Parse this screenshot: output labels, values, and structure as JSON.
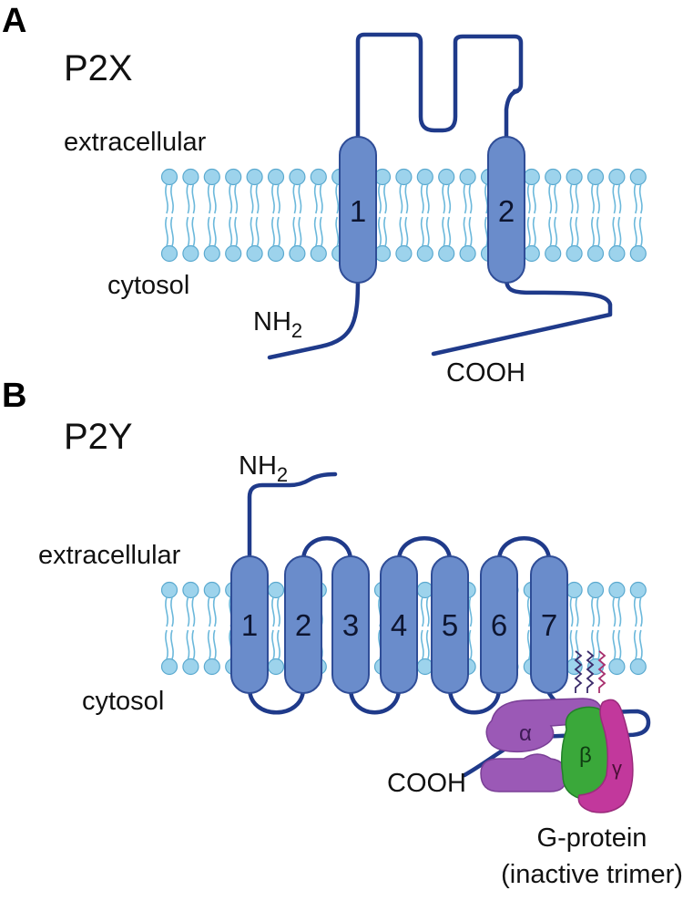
{
  "colors": {
    "membrane": "#8fcde9",
    "membrane_edge": "#5aa9cf",
    "helix": "#6a8ccb",
    "helix_edge": "#2f4d97",
    "chain": "#1f3a8a",
    "g_alpha": "#9b59b6",
    "g_beta": "#3aa83a",
    "g_gamma": "#c2389c"
  },
  "panel_a": {
    "letter": "A",
    "receptor": "P2X",
    "extracellular": "extracellular",
    "cytosol": "cytosol",
    "n_terminus": "NH",
    "n_sub": "2",
    "c_terminus": "COOH",
    "helices": [
      "1",
      "2"
    ]
  },
  "panel_b": {
    "letter": "B",
    "receptor": "P2Y",
    "extracellular": "extracellular",
    "cytosol": "cytosol",
    "n_terminus": "NH",
    "n_sub": "2",
    "c_terminus": "COOH",
    "helices": [
      "1",
      "2",
      "3",
      "4",
      "5",
      "6",
      "7"
    ],
    "g_protein": {
      "alpha": "α",
      "beta": "β",
      "gamma": "γ",
      "title": "G-protein",
      "subtitle": "(inactive trimer)"
    }
  }
}
